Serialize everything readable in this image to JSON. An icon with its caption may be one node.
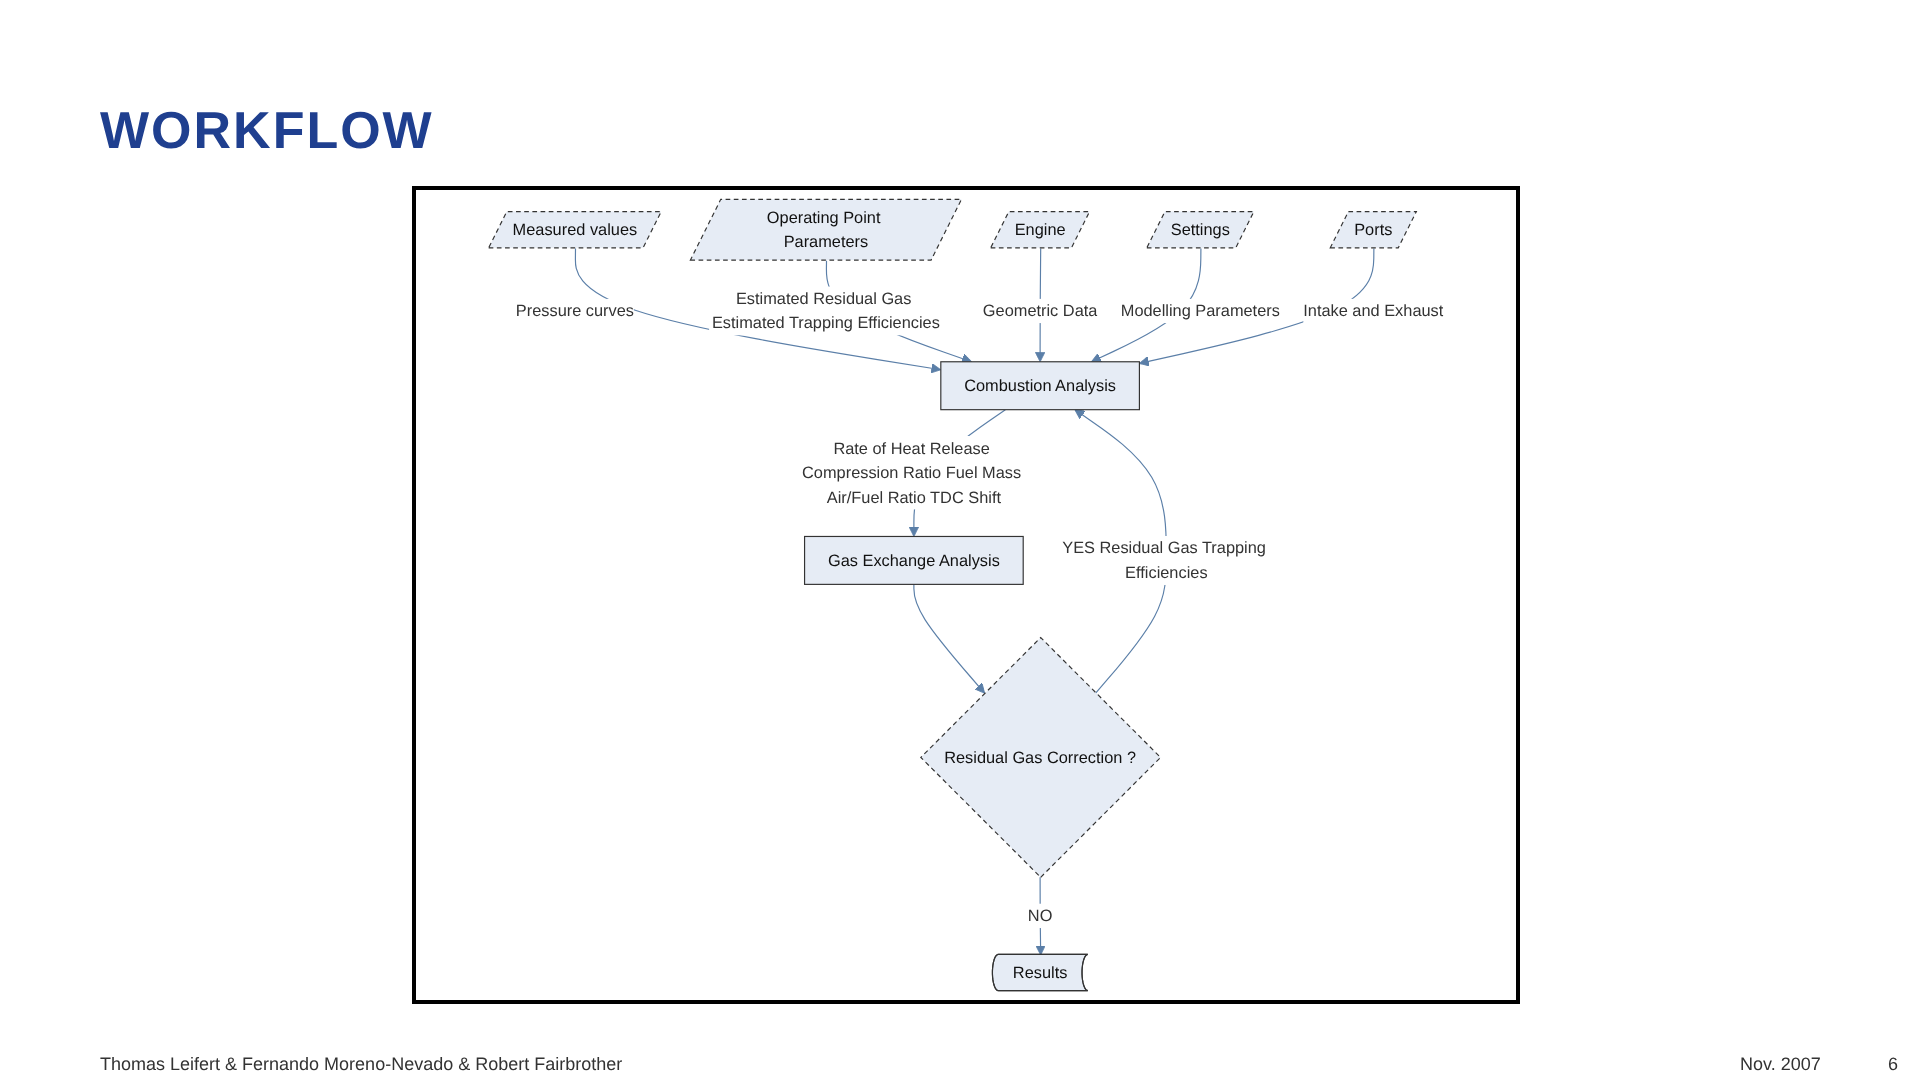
{
  "diagram": {
    "title": "WORKFLOW",
    "nodes": [
      {
        "text": [
          "Measured values"
        ]
      },
      {
        "text": [
          "Operating Point Parameters"
        ]
      },
      {
        "text": [
          "Engine"
        ]
      },
      {
        "text": [
          "Settings"
        ]
      },
      {
        "text": [
          "Ports"
        ]
      },
      {
        "text": [
          "Combustion Analysis"
        ]
      },
      {
        "text": [
          "Gas Exchange Analysis"
        ]
      },
      {
        "text": [
          "Residual Gas Correction ?"
        ]
      },
      {
        "text": [
          "Results"
        ]
      }
    ],
    "edges": [
      {
        "from": 0,
        "to": 5,
        "arrow": "to",
        "label": "Pressure curves"
      },
      {
        "from": 1,
        "to": 5,
        "arrow": "to",
        "label": "Estimated Residual Gas Estimated Trapping Efficiencies"
      },
      {
        "from": 2,
        "to": 5,
        "arrow": "to",
        "label": "Geometric Data"
      },
      {
        "from": 3,
        "to": 5,
        "arrow": "to",
        "label": "Modelling Parameters"
      },
      {
        "from": 4,
        "to": 5,
        "arrow": "to",
        "label": "Intake and Exhaust"
      },
      {
        "from": 5,
        "to": 6,
        "arrow": "to",
        "label": "Rate of Heat Release Compression Ratio Fuel Mass Air/Fuel Ratio TDC Shift"
      },
      {
        "from": 6,
        "to": 7,
        "arrow": "to"
      },
      {
        "from": 7,
        "to": 5,
        "arrow": "to",
        "label": "YES Residual Gas Trapping Efficiencies"
      },
      {
        "from": 7,
        "to": 8,
        "arrow": "to",
        "label": "NO"
      }
    ],
    "labels": [
      "Thomas Leifert & Fernando Moreno-Nevado & Robert Fairbrother",
      "Nov. 2007",
      "6"
    ]
  }
}
